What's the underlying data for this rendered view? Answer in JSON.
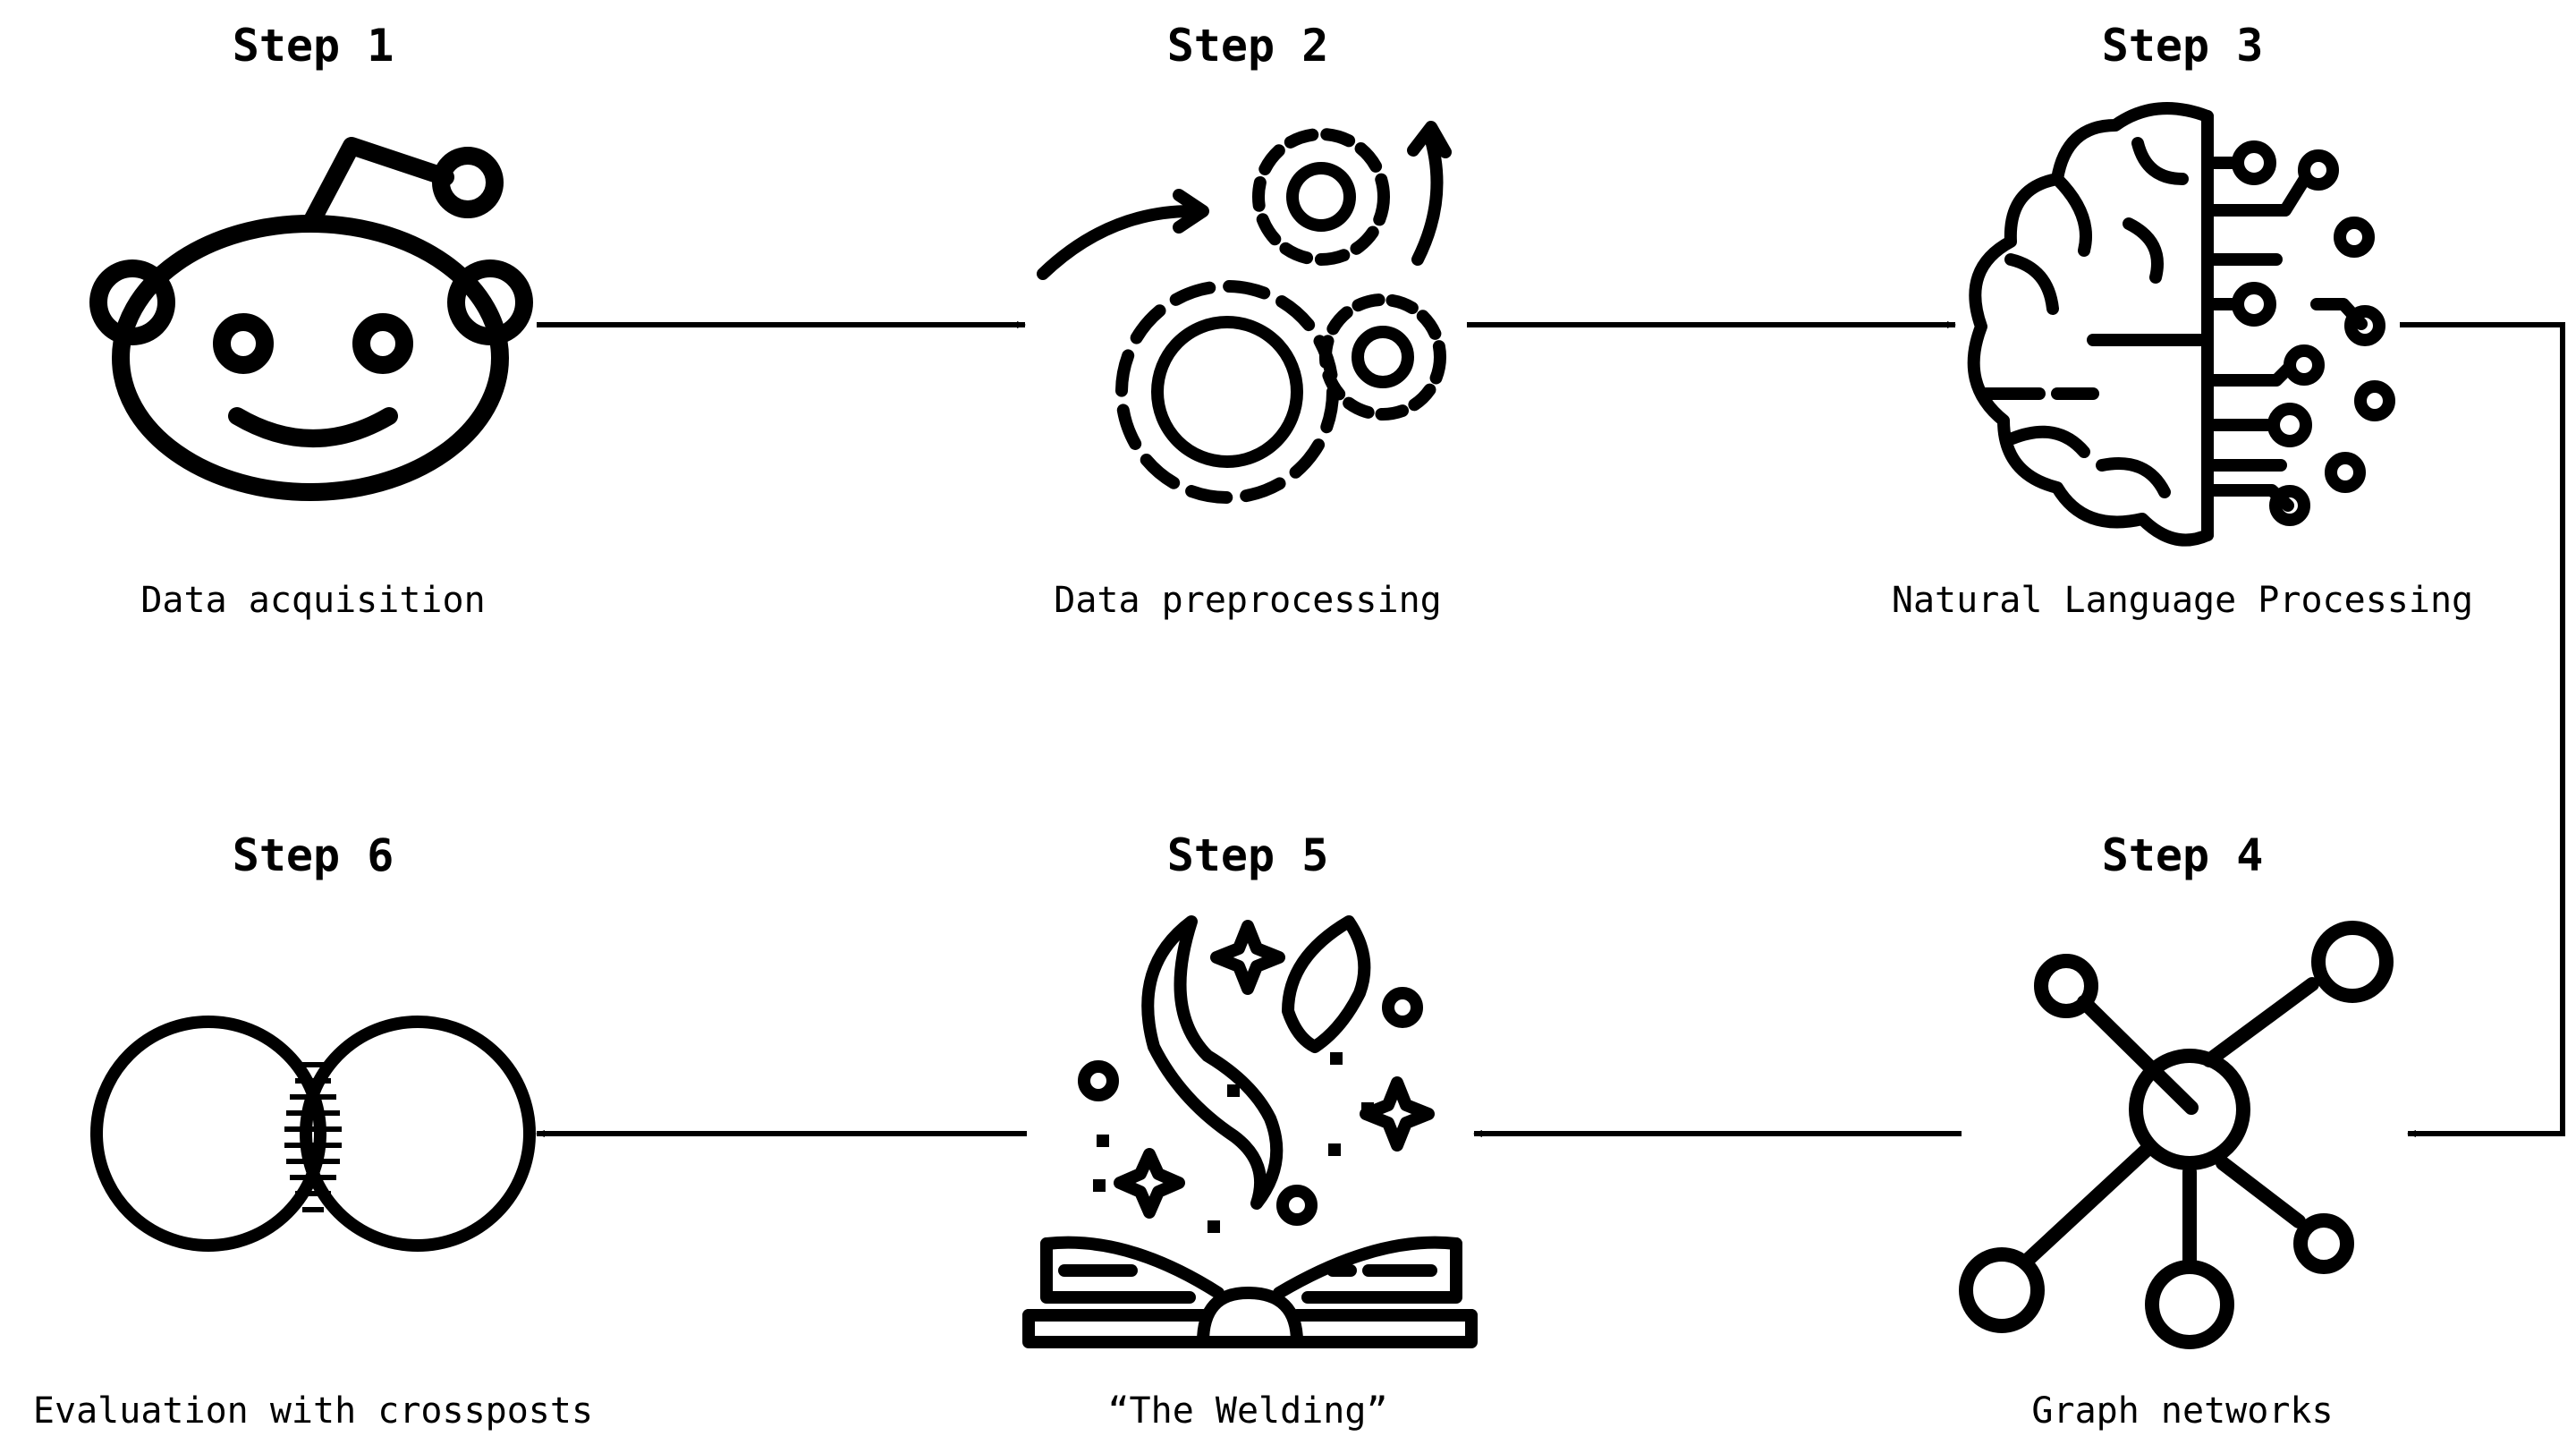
{
  "colors": {
    "ink": "#000000",
    "background": "#ffffff"
  },
  "steps": [
    {
      "title": "Step 1",
      "label": "Data acquisition",
      "icon": "reddit-alien-icon"
    },
    {
      "title": "Step 2",
      "label": "Data preprocessing",
      "icon": "gears-icon"
    },
    {
      "title": "Step 3",
      "label": "Natural Language Processing",
      "icon": "brain-circuit-icon"
    },
    {
      "title": "Step 4",
      "label": "Graph networks",
      "icon": "network-graph-icon"
    },
    {
      "title": "Step 5",
      "label": "“The Welding”",
      "icon": "magic-book-icon"
    },
    {
      "title": "Step 6",
      "label": "Evaluation with crossposts",
      "icon": "venn-diagram-icon"
    }
  ]
}
